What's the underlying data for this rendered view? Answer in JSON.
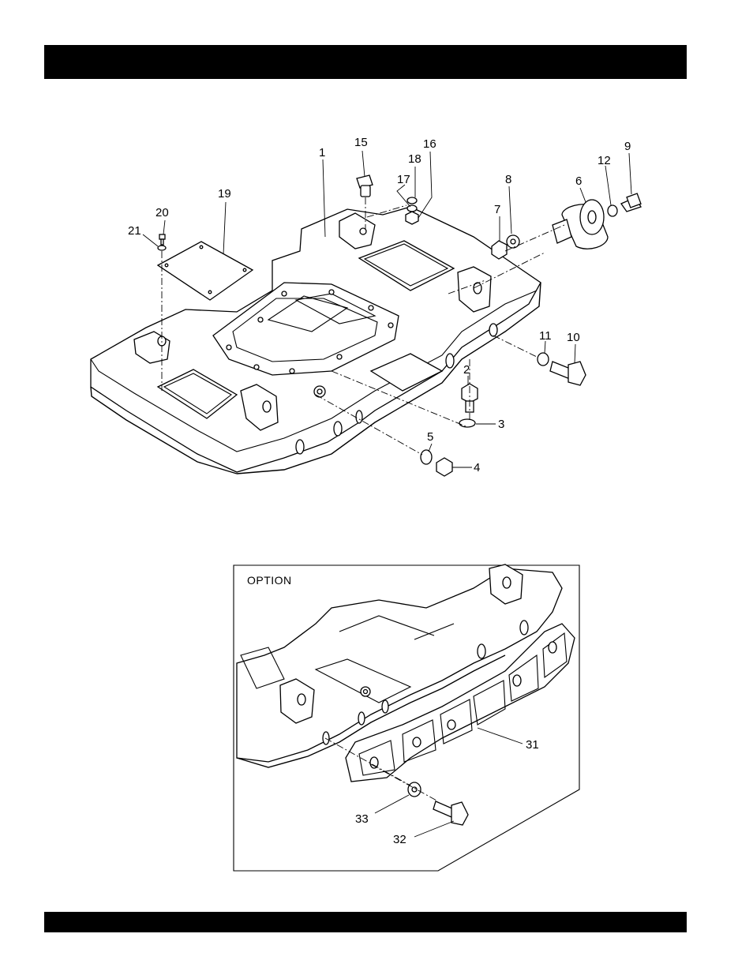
{
  "callouts": {
    "c1": "1",
    "c2": "2",
    "c3": "3",
    "c4": "4",
    "c5": "5",
    "c6": "6",
    "c7": "7",
    "c8": "8",
    "c9": "9",
    "c10": "10",
    "c11": "11",
    "c12": "12",
    "c15": "15",
    "c16": "16",
    "c17": "17",
    "c18": "18",
    "c19": "19",
    "c20": "20",
    "c21": "21",
    "c31": "31",
    "c32": "32",
    "c33": "33"
  },
  "option_label": "OPTION"
}
